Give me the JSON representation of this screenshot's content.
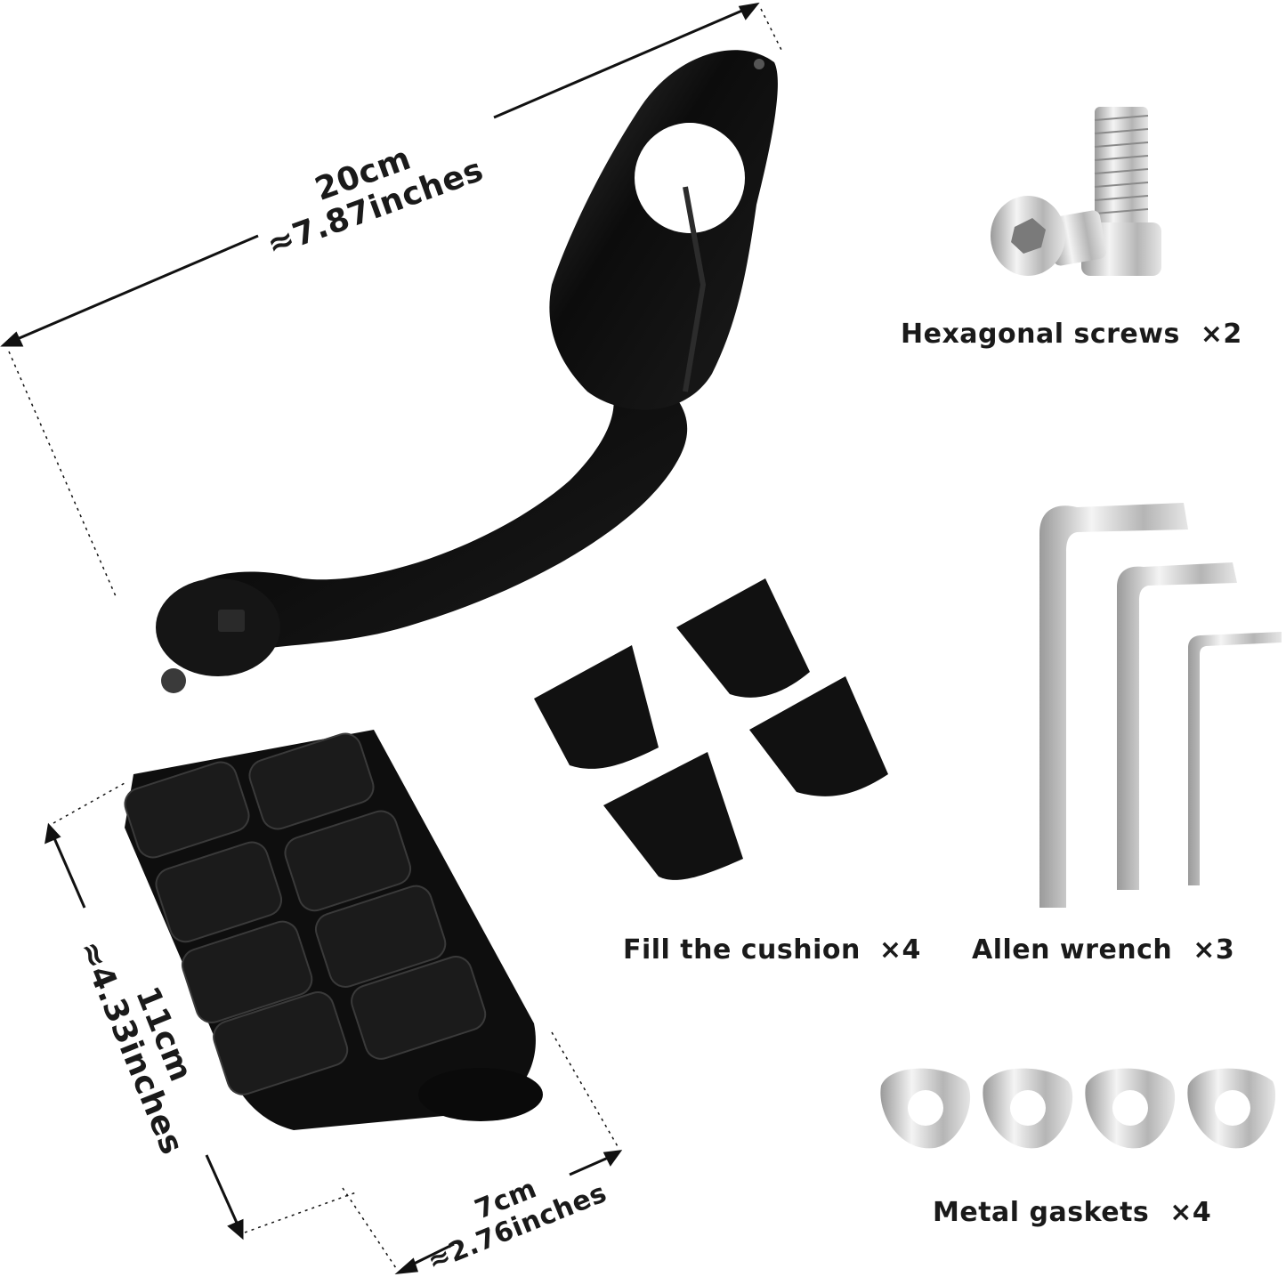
{
  "dimensions": {
    "length": {
      "metric": "20cm",
      "imperial": "≈7.87inches"
    },
    "height": {
      "metric": "11cm",
      "imperial": "≈4.33inches"
    },
    "width": {
      "metric": "7cm",
      "imperial": "≈2.76inches"
    }
  },
  "parts": {
    "screws": {
      "label": "Hexagonal screws",
      "qty": "×2"
    },
    "cushion": {
      "label": "Fill the cushion",
      "qty": "×4"
    },
    "wrench": {
      "label": "Allen wrench",
      "qty": "×3"
    },
    "gaskets": {
      "label": "Metal gaskets",
      "qty": "×4"
    }
  },
  "colors": {
    "product": "#111111",
    "metal": "#c9c9c9",
    "text": "#1a1a1a"
  }
}
